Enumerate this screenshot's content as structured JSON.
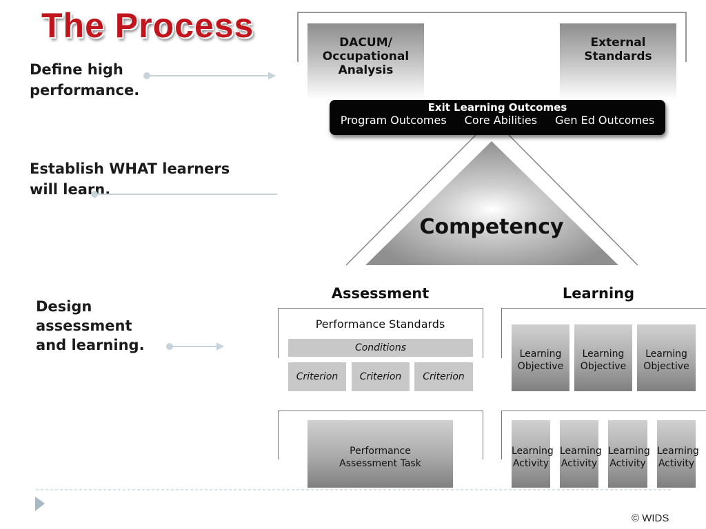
{
  "title": "The Process",
  "steps": {
    "define": "Define high performance.",
    "establish": "Establish WHAT learners will learn.",
    "design": "Design assessment and learning."
  },
  "top_boxes": {
    "dacum": "DACUM/ Occupational Analysis",
    "external": "External Standards"
  },
  "exit_outcomes": {
    "title": "Exit Learning Outcomes",
    "items": [
      "Program Outcomes",
      "Core Abilities",
      "Gen Ed Outcomes"
    ]
  },
  "competency": "Competency",
  "assessment": {
    "heading": "Assessment",
    "performance_standards": "Performance Standards",
    "conditions": "Conditions",
    "criteria": [
      "Criterion",
      "Criterion",
      "Criterion"
    ],
    "task": "Performance Assessment Task"
  },
  "learning": {
    "heading": "Learning",
    "objectives": [
      "Learning Objective",
      "Learning Objective",
      "Learning Objective"
    ],
    "activities": [
      "Learning Activity",
      "Learning Activity",
      "Learning Activity",
      "Learning Activity"
    ]
  },
  "copyright": "© WIDS"
}
